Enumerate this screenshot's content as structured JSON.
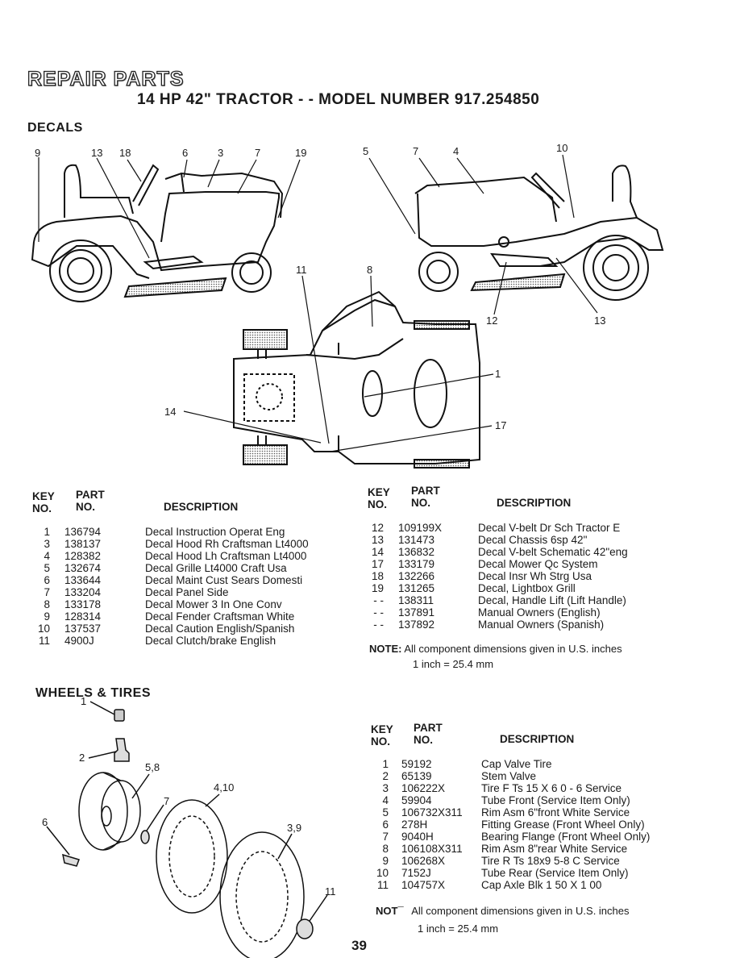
{
  "page": {
    "title": "REPAIR PARTS",
    "subtitle": "14 HP 42\" TRACTOR - - MODEL NUMBER 917.254850",
    "page_number": "39"
  },
  "decals": {
    "heading": "DECALS",
    "callouts": [
      "9",
      "13",
      "18",
      "6",
      "3",
      "7",
      "19",
      "5",
      "7",
      "4",
      "10",
      "11",
      "8",
      "12",
      "13",
      "1",
      "14",
      "17"
    ],
    "columns": {
      "key_top": "KEY",
      "key_bottom": "NO.",
      "part_top": "PART",
      "part_bottom": "NO.",
      "desc": "DESCRIPTION"
    },
    "left": [
      {
        "key": "1",
        "part": "136794",
        "desc": "Decal Instruction Operat Eng"
      },
      {
        "key": "3",
        "part": "138137",
        "desc": "Decal Hood Rh Craftsman Lt4000"
      },
      {
        "key": "4",
        "part": "128382",
        "desc": "Decal Hood Lh Craftsman Lt4000"
      },
      {
        "key": "5",
        "part": "132674",
        "desc": "Decal Grille Lt4000 Craft Usa"
      },
      {
        "key": "6",
        "part": "133644",
        "desc": "Decal Maint Cust Sears Domesti"
      },
      {
        "key": "7",
        "part": "133204",
        "desc": "Decal Panel Side"
      },
      {
        "key": "8",
        "part": "133178",
        "desc": "Decal Mower 3 In One Conv"
      },
      {
        "key": "9",
        "part": "128314",
        "desc": "Decal Fender Craftsman White"
      },
      {
        "key": "10",
        "part": "137537",
        "desc": "Decal Caution English/Spanish"
      },
      {
        "key": "11",
        "part": "4900J",
        "desc": "Decal Clutch/brake English"
      }
    ],
    "right": [
      {
        "key": "12",
        "part": "109199X",
        "desc": "Decal V-belt Dr Sch Tractor E"
      },
      {
        "key": "13",
        "part": "131473",
        "desc": "Decal Chassis 6sp 42\""
      },
      {
        "key": "14",
        "part": "136832",
        "desc": "Decal V-belt Schematic 42\"eng"
      },
      {
        "key": "17",
        "part": "133179",
        "desc": "Decal Mower Qc System"
      },
      {
        "key": "18",
        "part": "132266",
        "desc": "Decal Insr Wh Strg Usa"
      },
      {
        "key": "19",
        "part": "131265",
        "desc": "Decal, Lightbox Grill"
      },
      {
        "key": "- -",
        "part": "138311",
        "desc": "Decal, Handle Lift (Lift Handle)"
      },
      {
        "key": "- -",
        "part": "137891",
        "desc": "Manual Owners (English)"
      },
      {
        "key": "- -",
        "part": "137892",
        "desc": "Manual Owners (Spanish)"
      }
    ],
    "note_label": "NOTE:",
    "note_text": "All component dimensions given in U.S. inches",
    "note_conv": "1 inch = 25.4 mm"
  },
  "wheels": {
    "heading": "WHEELS & TIRES",
    "callouts": [
      "1",
      "2",
      "5,8",
      "4,10",
      "7",
      "6",
      "3,9",
      "11"
    ],
    "columns": {
      "key_top": "KEY",
      "key_bottom": "NO.",
      "part_top": "PART",
      "part_bottom": "NO.",
      "desc": "DESCRIPTION"
    },
    "rows": [
      {
        "key": "1",
        "part": "59192",
        "desc": "Cap Valve Tire"
      },
      {
        "key": "2",
        "part": "65139",
        "desc": "Stem Valve"
      },
      {
        "key": "3",
        "part": "106222X",
        "desc": "Tire F Ts 15 X 6 0 - 6 Service"
      },
      {
        "key": "4",
        "part": "59904",
        "desc": "Tube Front (Service Item Only)"
      },
      {
        "key": "5",
        "part": "106732X311",
        "desc": "Rim Asm 6\"front White Service"
      },
      {
        "key": "6",
        "part": "278H",
        "desc": "Fitting Grease (Front Wheel Only)"
      },
      {
        "key": "7",
        "part": "9040H",
        "desc": "Bearing Flange (Front Wheel Only)"
      },
      {
        "key": "8",
        "part": "106108X311",
        "desc": "Rim Asm 8\"rear White Service"
      },
      {
        "key": "9",
        "part": "106268X",
        "desc": "Tire R Ts 18x9 5-8 C Service"
      },
      {
        "key": "10",
        "part": "7152J",
        "desc": "Tube Rear (Service Item Only)"
      },
      {
        "key": "11",
        "part": "104757X",
        "desc": "Cap Axle Blk 1 50 X 1 00"
      }
    ],
    "note_label": "NOT¯",
    "note_text": "All component dimensions given in U.S. inches",
    "note_conv": "1 inch = 25.4 mm"
  }
}
